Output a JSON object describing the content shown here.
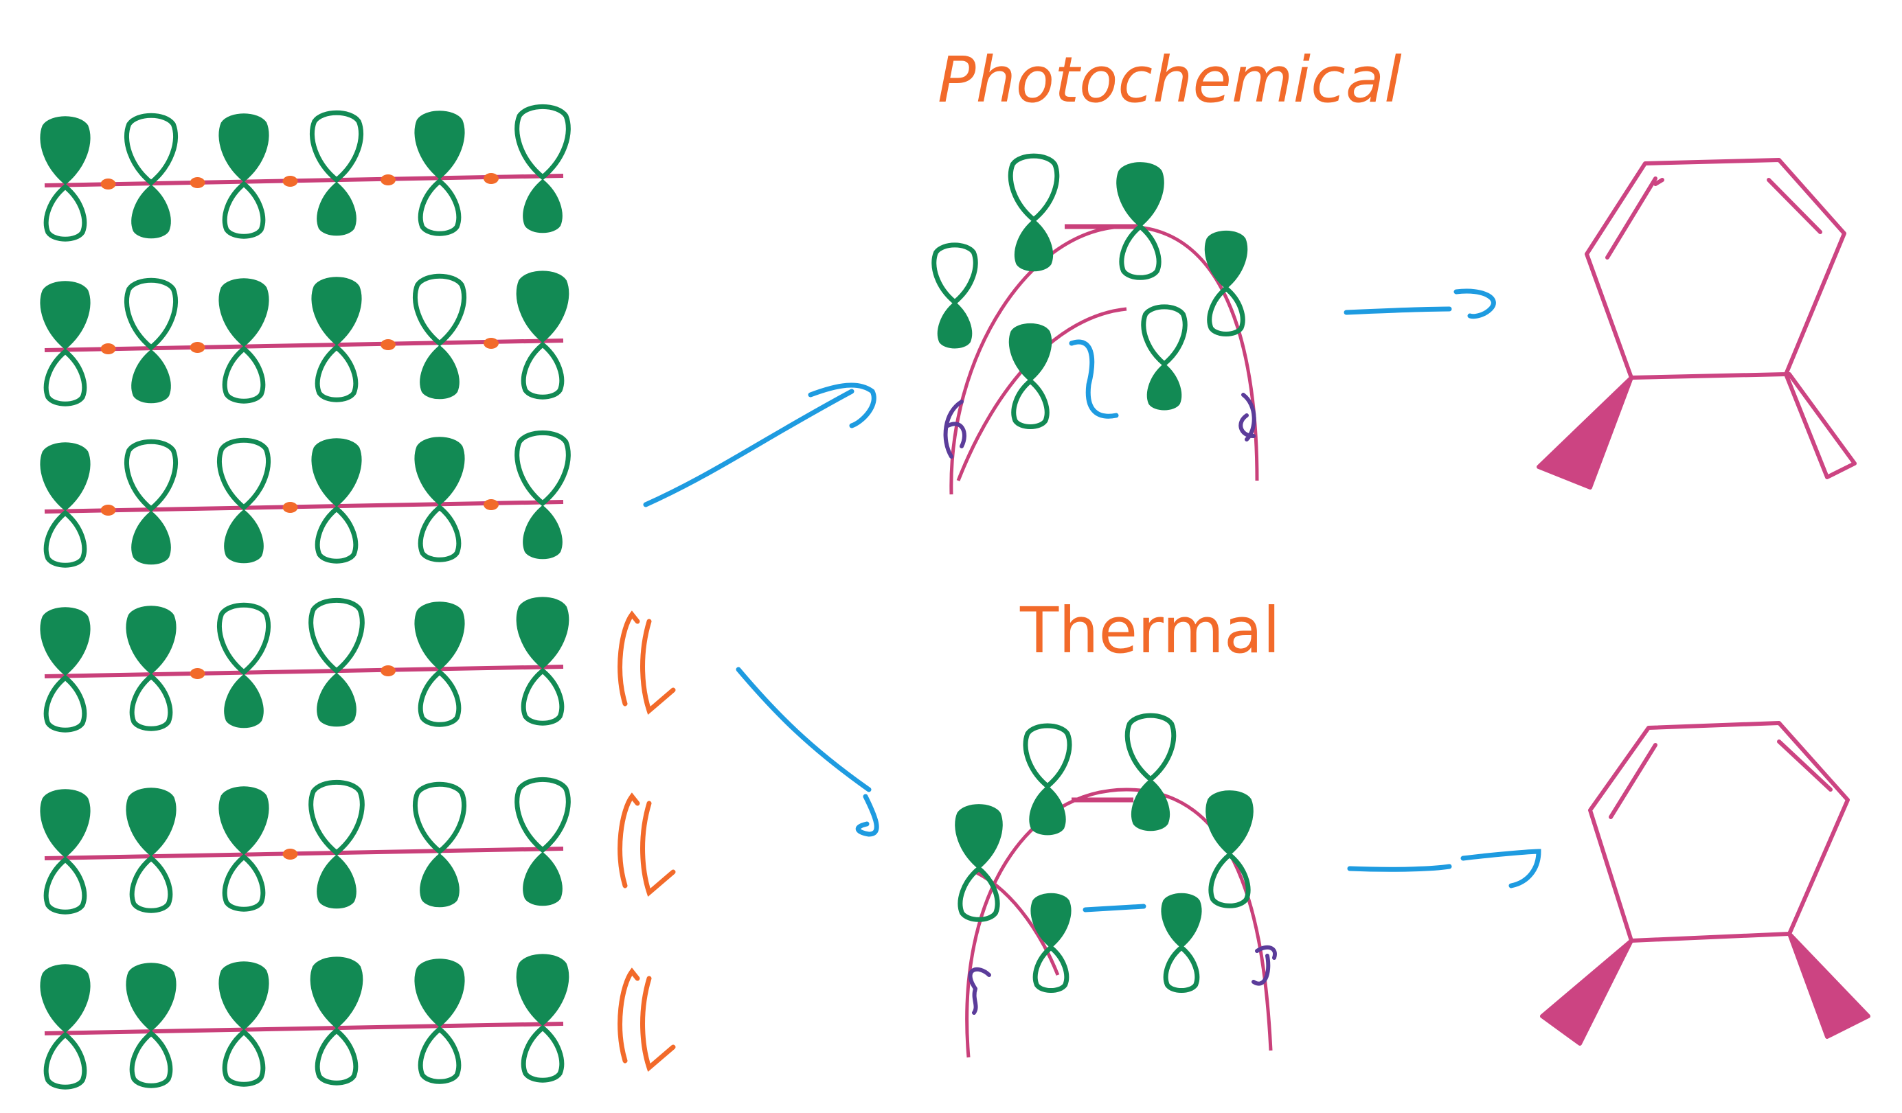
{
  "labels": {
    "photochemical": "Photochemical",
    "thermal": "Thermal"
  },
  "colors": {
    "lobe_green": "#128A54",
    "bond_pink": "#C9407A",
    "node_orange": "#F26A2A",
    "arrow_blue": "#1E9BE0",
    "rotation_purple": "#5B3C9A",
    "product_pink": "#CC4482"
  },
  "mo_ladder": {
    "rows": [
      {
        "phases": [
          "+",
          "-",
          "+",
          "-",
          "+",
          "-"
        ],
        "nodes": 5,
        "electrons": 0
      },
      {
        "phases": [
          "+",
          "-",
          "+",
          "+",
          "-",
          "+"
        ],
        "nodes": 4,
        "electrons": 0
      },
      {
        "phases": [
          "+",
          "-",
          "-",
          "+",
          "+",
          "-"
        ],
        "nodes": 3,
        "electrons": 0
      },
      {
        "phases": [
          "+",
          "+",
          "-",
          "-",
          "+",
          "+"
        ],
        "nodes": 2,
        "electrons": 2
      },
      {
        "phases": [
          "+",
          "+",
          "+",
          "-",
          "-",
          "-"
        ],
        "nodes": 1,
        "electrons": 2
      },
      {
        "phases": [
          "+",
          "+",
          "+",
          "+",
          "+",
          "+"
        ],
        "nodes": 0,
        "electrons": 2
      }
    ]
  },
  "pathways": [
    {
      "id": "photochemical",
      "rotation": "disrotatory",
      "product": "trans"
    },
    {
      "id": "thermal",
      "rotation": "conrotatory",
      "product": "cis"
    }
  ]
}
